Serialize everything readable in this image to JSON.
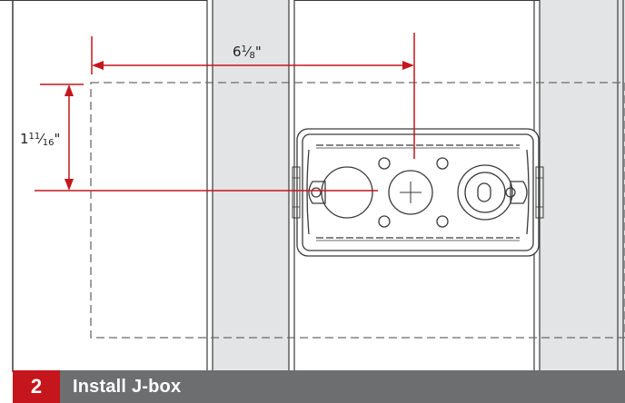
{
  "dimensions": {
    "horizontal": {
      "whole": "6",
      "num": "1",
      "den": "8",
      "unit": "\""
    },
    "vertical": {
      "whole": "1",
      "num": "11",
      "den": "16",
      "unit": "\""
    }
  },
  "step": {
    "number": "2",
    "title": "Install J-box"
  },
  "colors": {
    "dimension": "#c4161c",
    "stud_fill": "#e3e4e5",
    "outline": "#3a3a3a",
    "cutout": "#6b6b6b",
    "step_bar": "#6d6e70",
    "step_badge": "#c4161c"
  }
}
